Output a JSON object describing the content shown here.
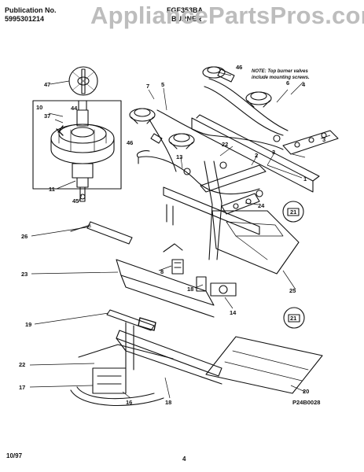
{
  "header": {
    "publication_label": "Publication No.",
    "publication_number": "5995301214",
    "model": "FGF353BA",
    "section": "BURNER"
  },
  "watermark": "AppliancePartsPros.com",
  "note": [
    "NOTE: Top burner valves",
    "include mounting screws."
  ],
  "callouts": {
    "c1": "1",
    "c2": "2",
    "c3": "3",
    "c3b": "3",
    "c4": "4",
    "c5": "5",
    "c6": "6",
    "c7": "7",
    "c8": "8",
    "c10": "10",
    "c11": "11",
    "c13": "13",
    "c14": "14",
    "c16": "16",
    "c17": "17",
    "c18": "18",
    "c18b": "18",
    "c19": "19",
    "c20": "20",
    "c21": "21",
    "c21b": "21",
    "c22": "22",
    "c22b": "22",
    "c23": "23",
    "c24": "24",
    "c25": "25",
    "c26": "26",
    "c37": "37",
    "c44": "44",
    "c45": "45",
    "c46": "46",
    "c46b": "46",
    "c47": "47"
  },
  "figure_code": "P24B0028",
  "footer": {
    "date": "10/97",
    "page": "4"
  }
}
